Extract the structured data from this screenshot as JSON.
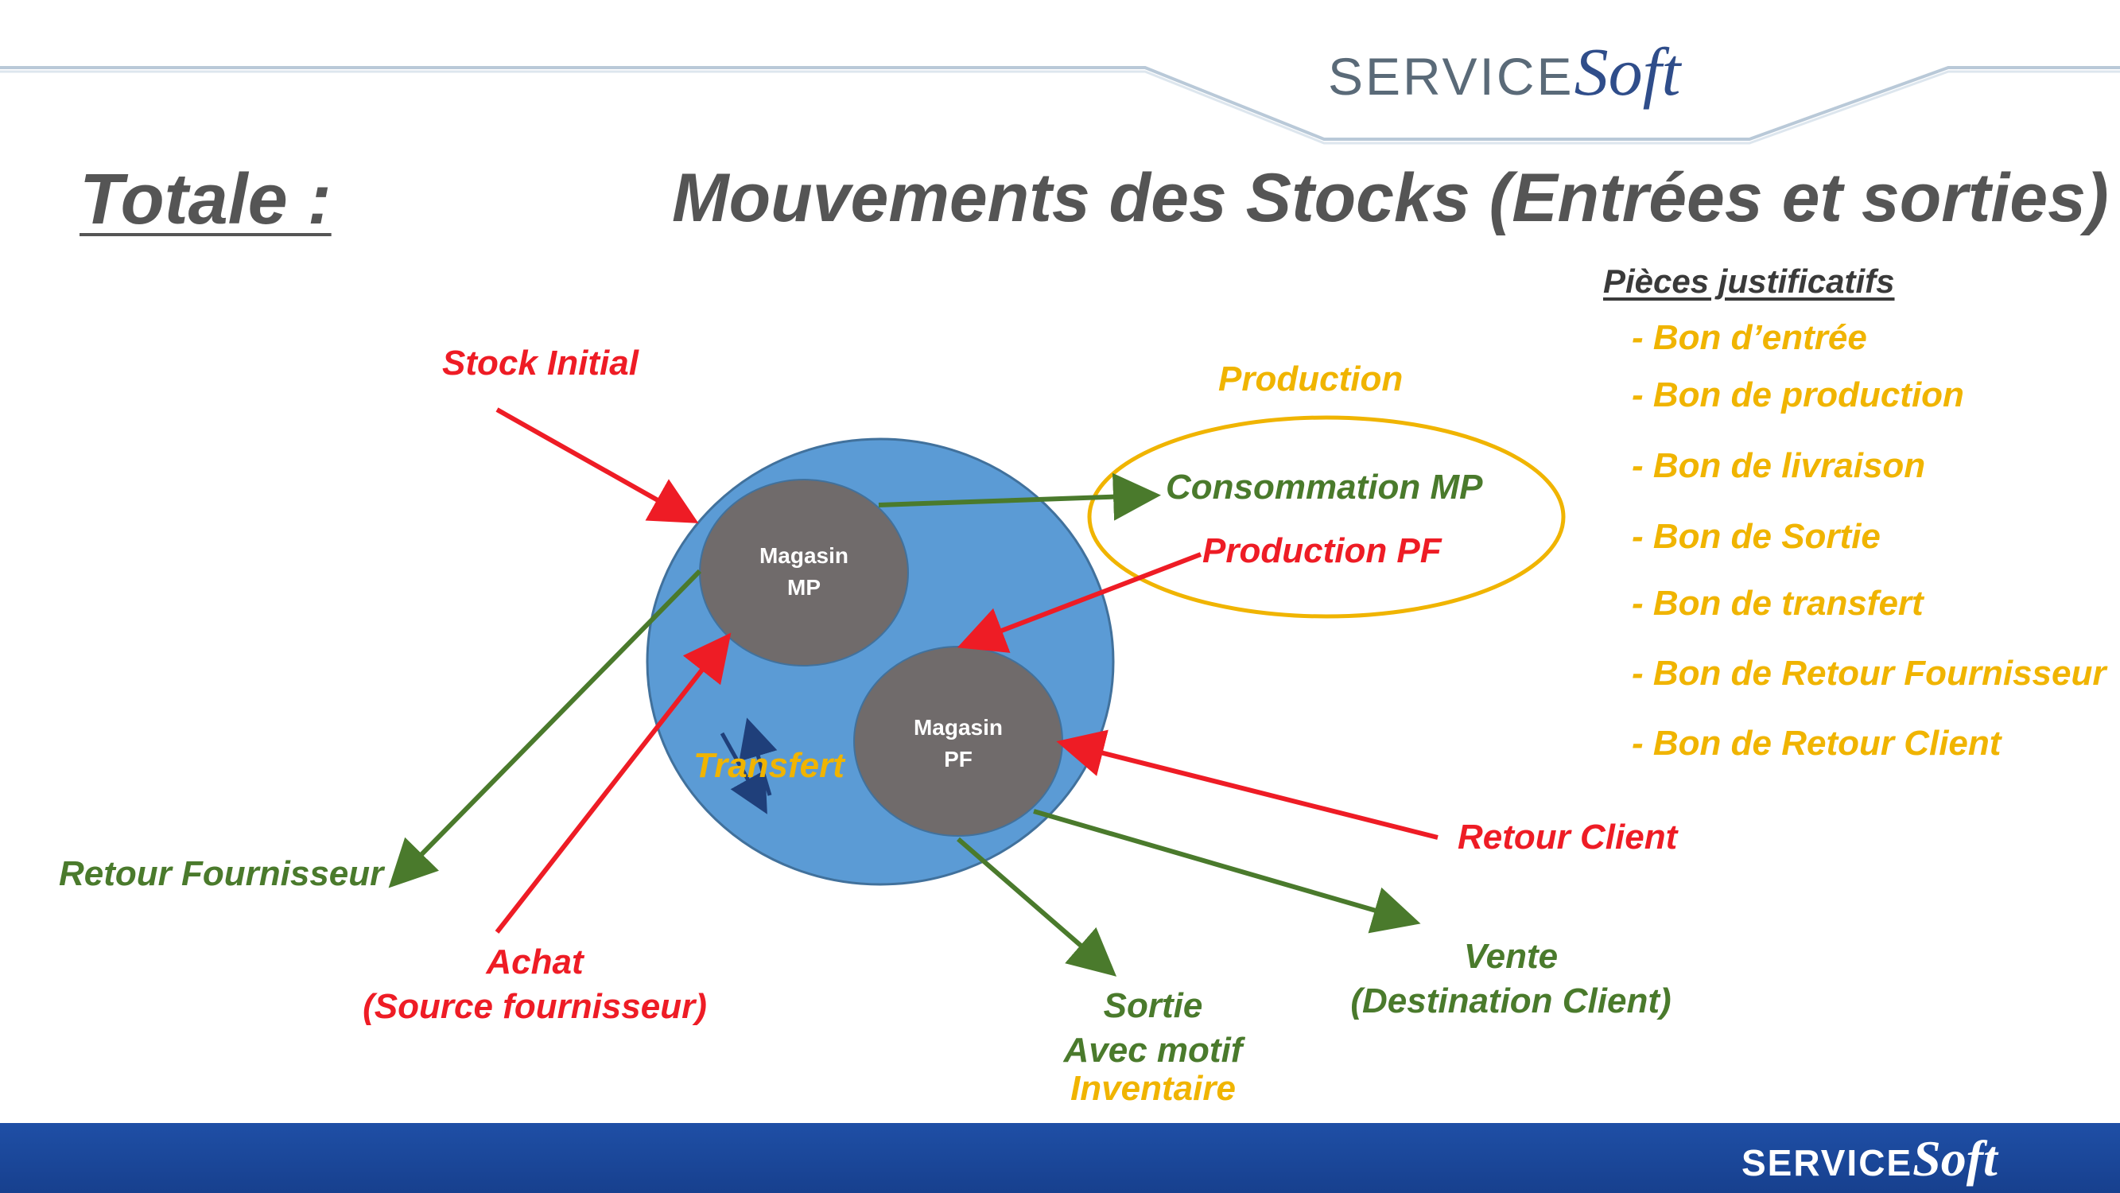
{
  "header": {
    "logo_main": "SERVICE",
    "logo_accent": "Soft"
  },
  "title": {
    "left": "Totale :",
    "main": "Mouvements des Stocks (Entrées et sorties)"
  },
  "diagram": {
    "nodes": {
      "magasin_mp": [
        "Magasin",
        "MP"
      ],
      "magasin_pf": [
        "Magasin",
        "PF"
      ]
    },
    "labels": {
      "stock_initial": "Stock Initial",
      "production": "Production",
      "consommation_mp": "Consommation MP",
      "production_pf": "Production PF",
      "transfert": "Transfert",
      "retour_fournisseur": "Retour Fournisseur",
      "achat_line1": "Achat",
      "achat_line2": "(Source fournisseur)",
      "retour_client": "Retour Client",
      "vente_line1": "Vente",
      "vente_line2": "(Destination Client)",
      "sortie_line1": "Sortie",
      "sortie_line2": "Avec motif",
      "inventaire": "Inventaire"
    }
  },
  "pieces": {
    "title": "Pièces justificatifs",
    "items": [
      "- Bon d’entrée",
      "- Bon de production",
      "- Bon de livraison",
      "- Bon de Sortie",
      "- Bon de transfert",
      "- Bon de Retour Fournisseur",
      "- Bon de Retour Client"
    ]
  },
  "footer": {
    "logo_main": "SERVICE",
    "logo_accent": "Soft"
  },
  "colors": {
    "red": "#ee1c25",
    "green": "#4a7a2c",
    "gold": "#f0b400",
    "big_circle": "#5b9bd5",
    "node": "#706b6b",
    "footer": "#1f4fa6"
  }
}
